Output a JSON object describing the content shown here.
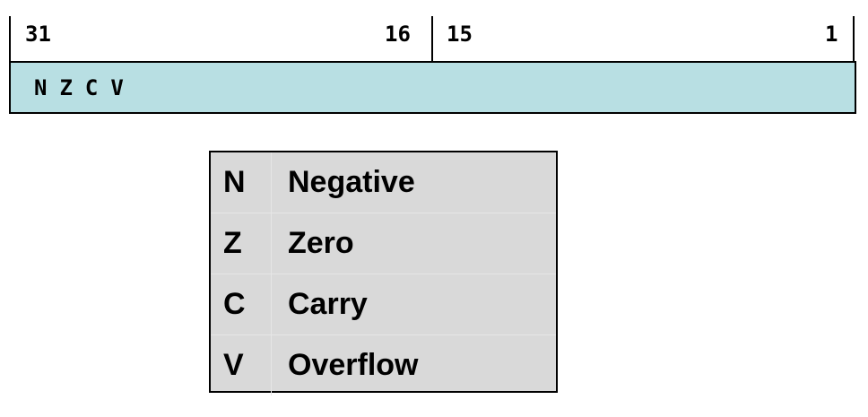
{
  "register": {
    "bit_labels": {
      "high_msb": "31",
      "high_lsb": "16",
      "low_msb": "15",
      "low_lsb": "1"
    },
    "flags": [
      "N",
      "Z",
      "C",
      "V"
    ],
    "fill_color": "#b8dfe3"
  },
  "legend": {
    "rows": [
      {
        "abbr": "N",
        "meaning": "Negative"
      },
      {
        "abbr": "Z",
        "meaning": "Zero"
      },
      {
        "abbr": "C",
        "meaning": "Carry"
      },
      {
        "abbr": "V",
        "meaning": "Overflow"
      }
    ],
    "background_color": "#d9d9d9"
  }
}
